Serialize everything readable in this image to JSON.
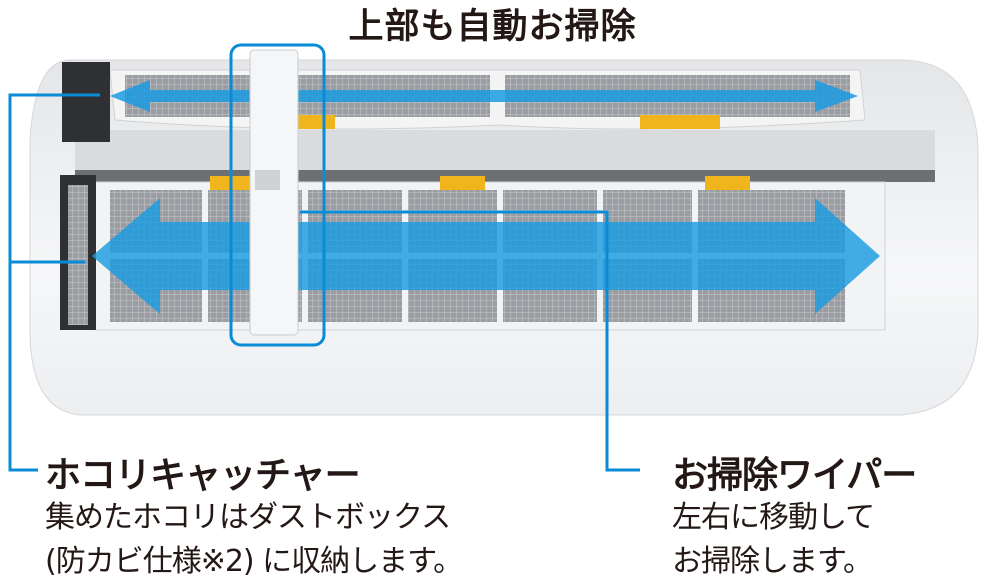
{
  "title": "上部も自動お掃除",
  "callouts": {
    "dust_catcher": {
      "heading": "ホコリキャッチャー",
      "line1": "集めたホコリはダストボックス",
      "line2": "(防カビ仕様※2) に収納します。"
    },
    "wiper": {
      "heading": "お掃除ワイパー",
      "line1": "左右に移動して",
      "line2": "お掃除します。"
    }
  },
  "colors": {
    "accent_blue": "#0a8bd6",
    "arrow_blue": "#1a9be0",
    "latch_yellow": "#f0b41c",
    "text": "#231815"
  }
}
